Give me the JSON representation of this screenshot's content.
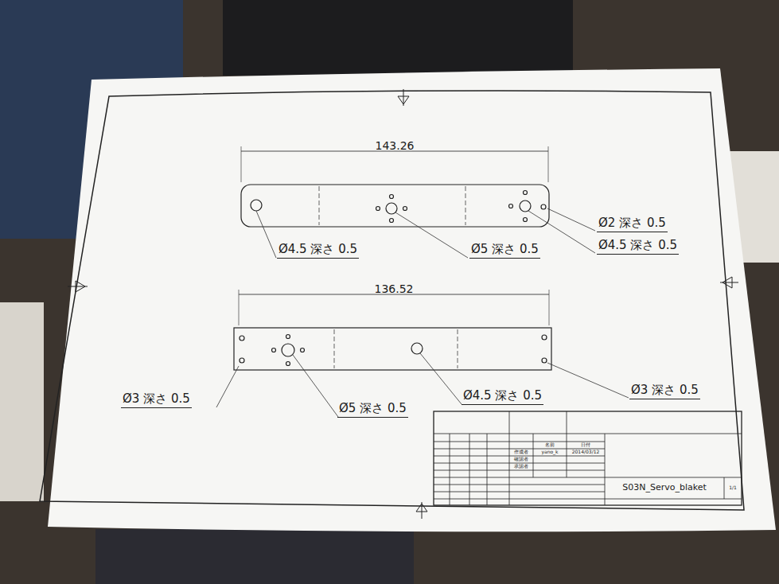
{
  "diagram": {
    "labels": [
      "143.26",
      "Ø4.5 深さ 0.5",
      "Ø5 深さ 0.5",
      "Ø2 深さ 0.5",
      "Ø4.5 深さ 0.5",
      "136.52",
      "Ø3 深さ 0.5",
      "Ø5 深さ 0.5",
      "Ø4.5 深さ 0.5",
      "Ø3 深さ 0.5",
      "名前",
      "日付",
      "作成者",
      "yano_k",
      "2014/03/12",
      "確認者",
      "承認者",
      "S03N_Servo_blaket",
      "1/1"
    ]
  }
}
